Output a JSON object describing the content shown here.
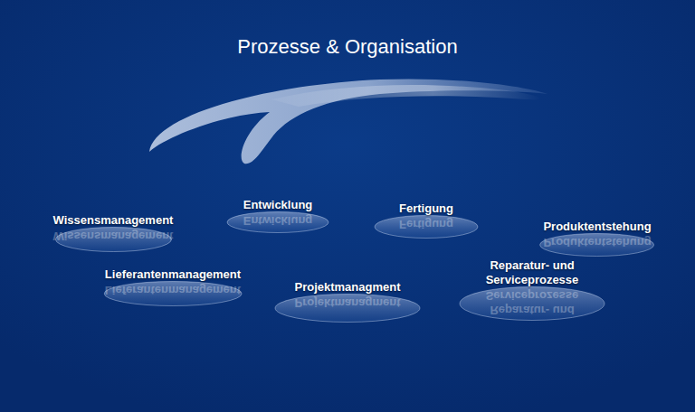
{
  "diagram": {
    "title": "Prozesse & Organisation",
    "nodes": [
      {
        "text": [
          "Wissensmanagement"
        ]
      },
      {
        "text": [
          "Entwicklung"
        ]
      },
      {
        "text": [
          "Fertigung"
        ]
      },
      {
        "text": [
          "Produktentstehung"
        ]
      },
      {
        "text": [
          "Lieferantenmanagement"
        ]
      },
      {
        "text": [
          "Projektmanagment"
        ]
      },
      {
        "text": [
          "Reparatur- und Serviceprozesse"
        ]
      }
    ]
  }
}
